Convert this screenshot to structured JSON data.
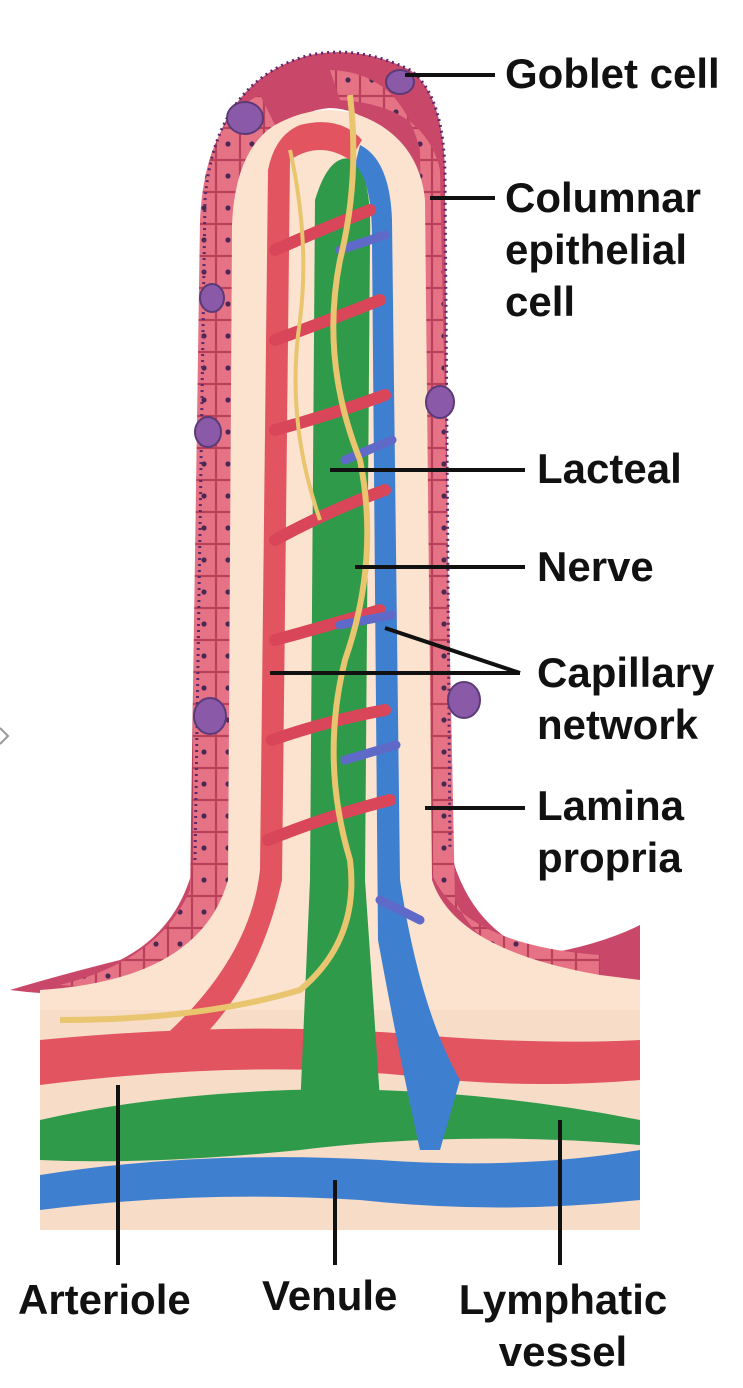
{
  "labels": {
    "goblet_cell": "Goblet cell",
    "columnar_epithelial_cell": [
      "Columnar",
      "epithelial",
      "cell"
    ],
    "lacteal": "Lacteal",
    "nerve": "Nerve",
    "capillary_network": [
      "Capillary",
      "network"
    ],
    "lamina_propria": [
      "Lamina",
      "propria"
    ],
    "arteriole": "Arteriole",
    "venule": "Venule",
    "lymphatic_vessel": [
      "Lymphatic",
      "vessel"
    ]
  },
  "colors": {
    "epithelium": "#e0657a",
    "epithelium_dark": "#b8405a",
    "goblet": "#8a5aa8",
    "lamina_propria": "#fbe3cf",
    "arteriole": "#e2545f",
    "venule": "#3f7fd0",
    "lacteal": "#2e9a4a",
    "nerve": "#e8c56e",
    "leader_line": "#111111"
  }
}
